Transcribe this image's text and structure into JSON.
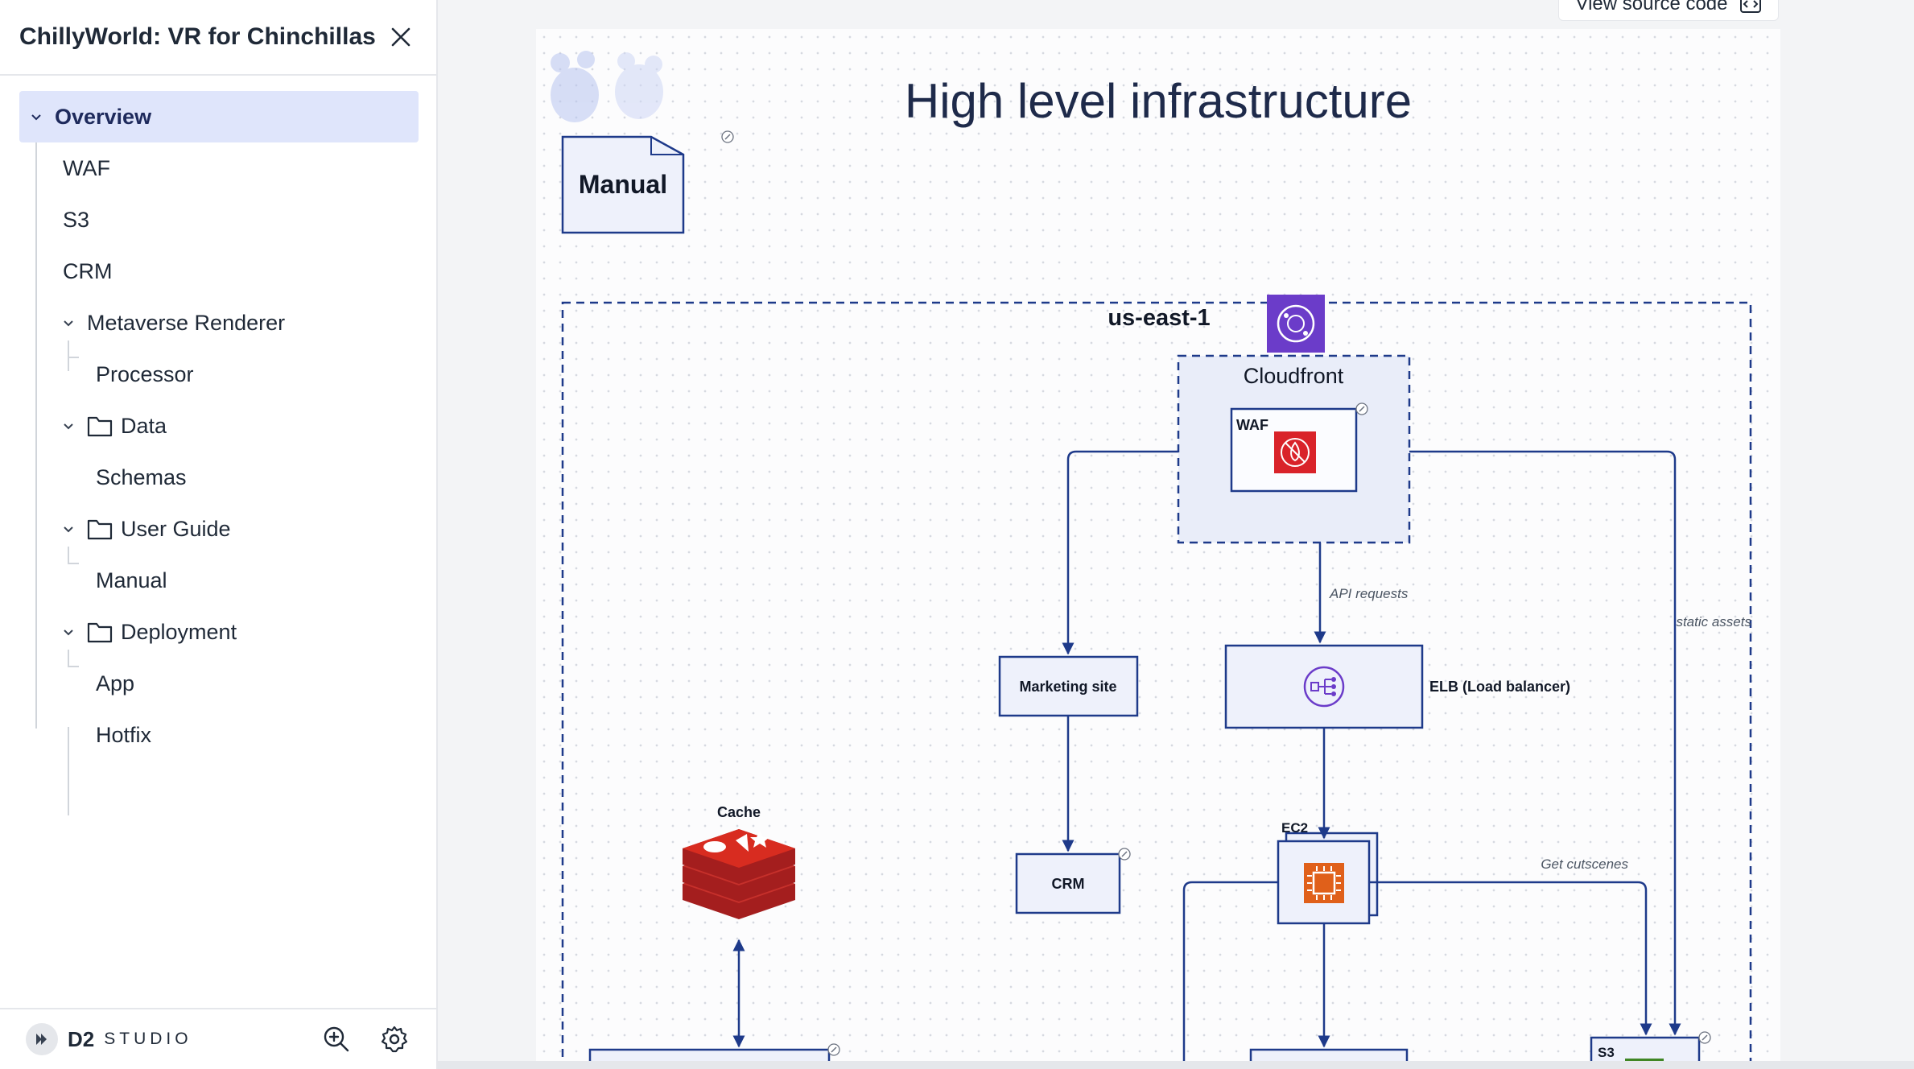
{
  "sidebar": {
    "title": "ChillyWorld: VR for Chinchillas",
    "items": [
      {
        "label": "Overview"
      },
      {
        "label": "WAF"
      },
      {
        "label": "S3"
      },
      {
        "label": "CRM"
      },
      {
        "label": "Metaverse Renderer"
      },
      {
        "label": "Processor"
      },
      {
        "label": "Data"
      },
      {
        "label": "Schemas"
      },
      {
        "label": "User Guide"
      },
      {
        "label": "Manual"
      },
      {
        "label": "Deployment"
      },
      {
        "label": "App"
      },
      {
        "label": "Hotfix"
      }
    ],
    "footer": {
      "brand": "D2",
      "brand_sub": "STUDIO"
    }
  },
  "toolbar": {
    "view_source_label": "View source code"
  },
  "diagram": {
    "title": "High level infrastructure",
    "manual_label": "Manual",
    "region_label": "us-east-1",
    "cloudfront_label": "Cloudfront",
    "waf_label": "WAF",
    "marketing_label": "Marketing site",
    "elb_label": "ELB (Load balancer)",
    "crm_label": "CRM",
    "cache_label": "Cache",
    "ec2_label": "EC2",
    "s3_label": "S3",
    "edge_api": "API requests",
    "edge_static": "static assets",
    "edge_cutscenes": "Get cutscenes",
    "colors": {
      "stroke": "#1e3a8a",
      "node_fill": "#eef1fb",
      "region_fill": "#e9edf9",
      "cloudfront_icon": "#6b3cc9",
      "waf_icon": "#d9232a",
      "ec2_icon": "#e0601a",
      "redis": "#c6302b"
    }
  }
}
